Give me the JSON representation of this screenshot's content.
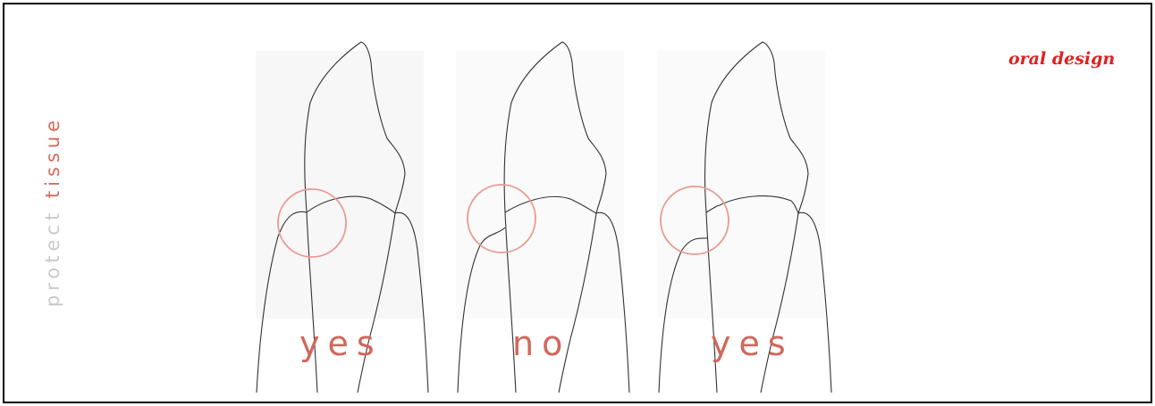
{
  "side_title": {
    "prefix": "protect ",
    "accent": "tissue"
  },
  "logo": {
    "text": "oral design"
  },
  "panels": [
    {
      "label": "yes"
    },
    {
      "label": "no"
    },
    {
      "label": "yes"
    }
  ],
  "colors": {
    "accent": "#d66a5c",
    "outline": "#333333",
    "highlight_circle": "#e89a90",
    "logo": "#e11f1f",
    "muted_text": "#c9c9c9"
  }
}
